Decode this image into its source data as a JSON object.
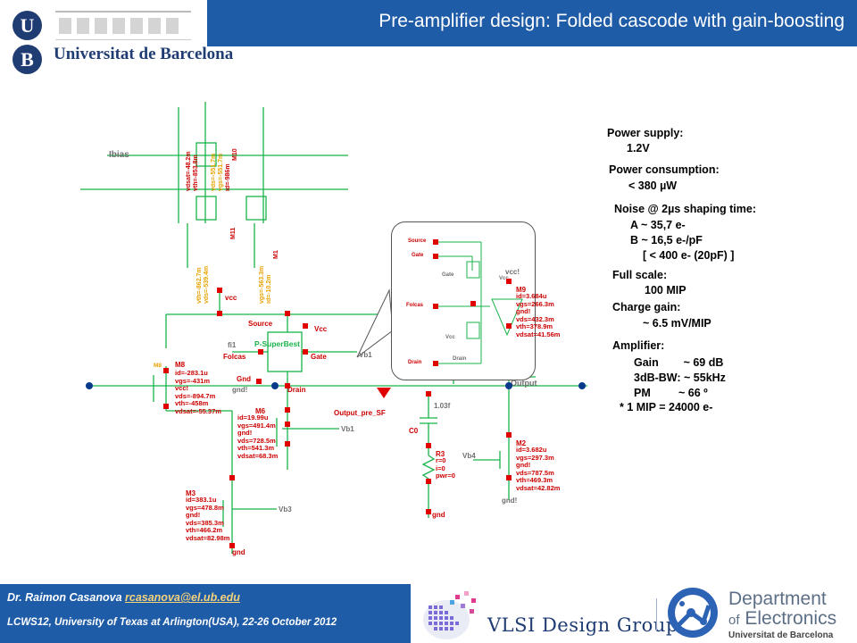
{
  "header": {
    "institution": "Universitat de Barcelona",
    "title": "Pre-amplifier design: Folded cascode with gain-boosting"
  },
  "schematic": {
    "ibias": "Ibias",
    "superbest": "P-SuperBest",
    "fil": "fi1",
    "source": "Source",
    "vcc_pin": "Vcc",
    "folcas": "Folcas",
    "gate": "Gate",
    "gnd_pin": "Gnd",
    "gnd_label": "gnd!",
    "drain": "Drain",
    "output_pre_sf": "Output_pre_SF",
    "output": "Output",
    "vb1": "Vb1",
    "vb3": "Vb3",
    "vb4": "Vb4",
    "vcc_label": "vcc!",
    "vcc_small": "vcc",
    "gnd_small": "gnd",
    "c0": "C0",
    "r3": "R3",
    "cap_val": "1.03f",
    "m8": {
      "name": "M8",
      "params": "id=-283.1u\nvgs=-431m\nvcc!\nvds=-894.7m\nvth=-458m\nvdsat=-55.37m"
    },
    "m6": {
      "name": "M6",
      "params": "id=19.99u\nvgs=491.4m\ngnd!\nvds=728.5m\nvth=541.3m\nvdsat=68.3m"
    },
    "m3": {
      "name": "M3",
      "params": "id=383.1u\nvgs=478.8m\ngnd!\nvds=385.3m\nvth=466.2m\nvdsat=82.98m"
    },
    "m9": {
      "name": "M9",
      "params": "id=3.684u\nvgs=266.3m\ngnd!\nvds=432.3m\nvth=378.9m\nvdsat=41.56m"
    },
    "m2": {
      "name": "M2",
      "params": "id=3.682u\nvgs=297.3m\ngnd!\nvds=787.5m\nvth=469.3m\nvdsat=42.82m"
    },
    "r3_params": "r=0\ni=0\npwr=0",
    "top_cols": [
      "vdsat=-48.2m",
      "vth=-853.8m",
      "vds=-551.7m",
      "vgs=-551.7m",
      "id=-986m",
      "M10",
      "M11",
      "vth=-862.7m",
      "vds=-539.4m",
      "vgs=-563.3m",
      "id=-10.2m",
      "M1"
    ],
    "callout_labels": {
      "source": "Source",
      "gate": "Gate",
      "gate2": "Gate",
      "folcas": "Folcas",
      "vcc": "Vcc",
      "vcc2": "Vcc",
      "drain": "Drain",
      "drain2": "Drain"
    }
  },
  "specs": {
    "power_supply_label": "Power supply:",
    "power_supply_value": "1.2V",
    "power_consumption_label": "Power consumption:",
    "power_consumption_value": "< 380 µW",
    "noise_label": "Noise @ 2µs shaping time:",
    "noise_a": "A ~ 35,7 e-",
    "noise_b": "B ~ 16,5 e-/pF",
    "noise_note": "[ < 400 e-  (20pF) ]",
    "full_scale_label": "Full scale:",
    "full_scale_value": "100 MIP",
    "charge_gain_label": "Charge gain:",
    "charge_gain_value": "~ 6.5 mV/MIP",
    "amplifier_label": "Amplifier:",
    "gain": "Gain        ~ 69 dB",
    "bw": "3dB-BW: ~ 55kHz",
    "pm": "PM         ~ 66 º",
    "mip_note": "* 1 MIP = 24000 e-"
  },
  "footer": {
    "author": "Dr. Raimon Casanova",
    "email": "rcasanova@el.ub.edu",
    "conference": "LCWS12, University of Texas at Arlington(USA), 22-26 October 2012",
    "vlsi_group": "VLSI Design Group",
    "dept_line1": "Department",
    "dept_line2_small": "of",
    "dept_line2": "Electronics",
    "dept_line3": "Universitat de Barcelona"
  },
  "colors": {
    "brand_blue": "#1f5ca8",
    "wire_green": "#19b34b",
    "pin_red": "#e00000",
    "label_orange": "#e8a200"
  }
}
